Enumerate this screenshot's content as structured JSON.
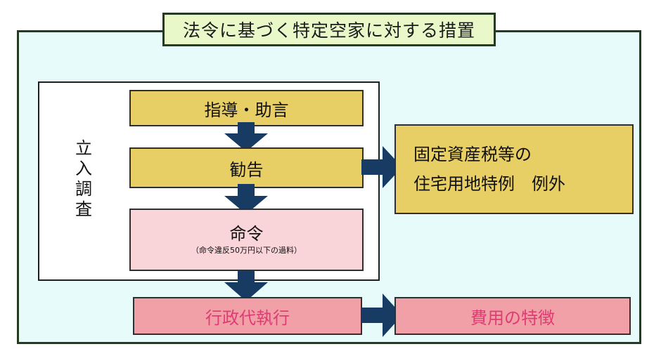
{
  "title": "法令に基づく特定空家に対する措置",
  "vertical_label": [
    "立",
    "入",
    "調",
    "査"
  ],
  "flow": {
    "guidance": "指導・助言",
    "recommendation": "勧告",
    "order": "命令",
    "order_note": "（命令違反50万円以下の過料）",
    "execution": "行政代執行"
  },
  "side_boxes": {
    "tax_line1": "固定資産税等の",
    "tax_line2": "住宅用地特例　例外",
    "cost": "費用の特徴"
  },
  "colors": {
    "outer_bg": "#e7fbfb",
    "title_bg": "#e8f8c9",
    "yellow": "#e8cf65",
    "pink_light": "#f9d4d8",
    "pink": "#f1a0a7",
    "pink_text": "#df3c73",
    "arrow": "#173b63",
    "border": "#253b21"
  }
}
